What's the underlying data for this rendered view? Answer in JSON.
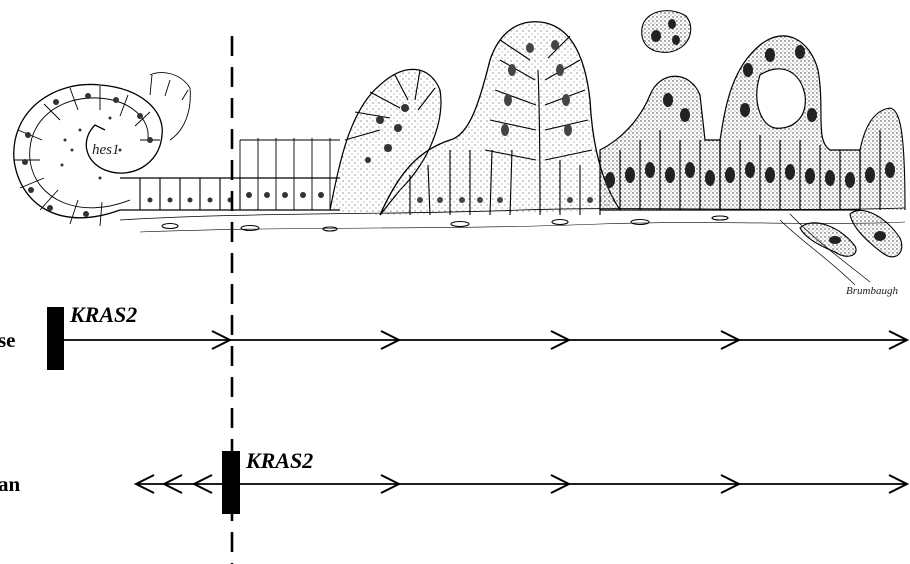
{
  "illustration": {
    "marker_label": "hes1",
    "signature": "Brumbaugh"
  },
  "rows": [
    {
      "id": "mouse",
      "label": "se",
      "gene": "KRAS2"
    },
    {
      "id": "human",
      "label": "an",
      "gene": "KRAS2"
    }
  ],
  "colors": {
    "ink": "#000000",
    "stipple": "#555555",
    "background": "#ffffff"
  },
  "icons": {
    "marker": "black-bar-icon",
    "arrow": "open-chevron-arrow-icon"
  }
}
